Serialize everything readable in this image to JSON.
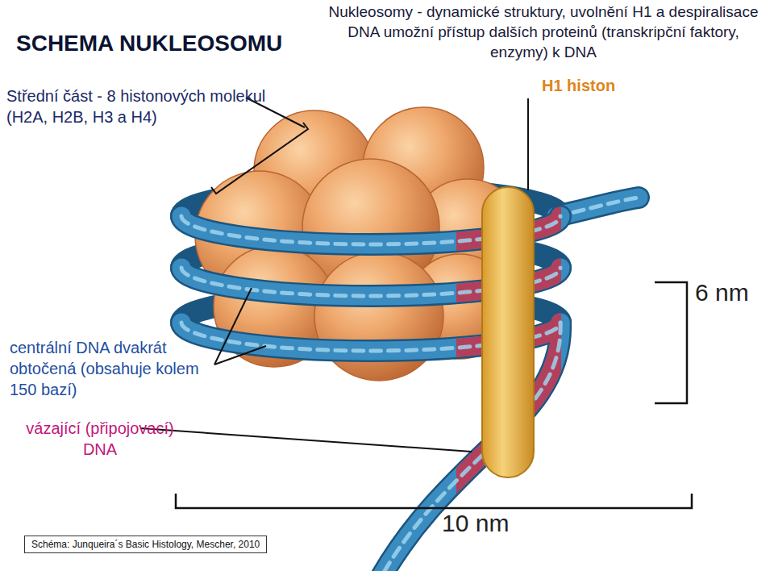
{
  "diagram": {
    "title": "SCHEMA NUKLEOSOMU",
    "caption": "Schéma: Junqueira´s Basic Histology, Mescher, 2010",
    "labels": [
      "Nukleosomy - dynamické struktury, uvolnění H1 a despiralisace DNA umožní přístup dalších proteinů (transkripční faktory, enzymy) k DNA",
      "Střední část - 8 histonových molekul (H2A, H2B, H3 a H4)",
      "H1 histon",
      "6 nm",
      "centrální DNA dvakrát obtočená (obsahuje kolem 150 bazí)",
      "vázající (připojovací) DNA",
      "10 nm"
    ]
  }
}
